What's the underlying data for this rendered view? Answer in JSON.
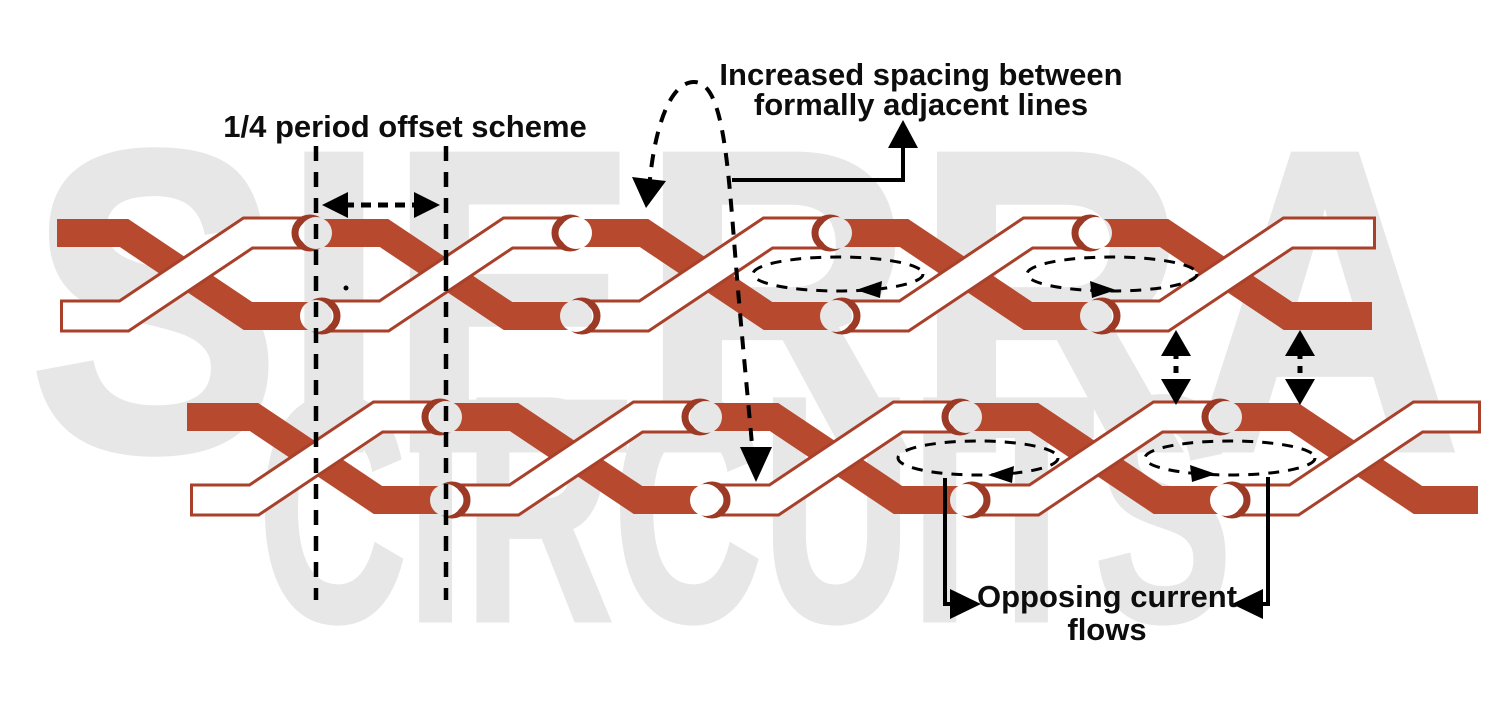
{
  "watermark": {
    "line1": "SIERRA",
    "line2": "CIRCUITS"
  },
  "labels": {
    "offset_scheme": "1/4 period offset scheme",
    "increased_spacing_line1": "Increased spacing between",
    "increased_spacing_line2": "formally adjacent lines",
    "opposing_current_line1": "Opposing current",
    "opposing_current_line2": "flows"
  },
  "colors": {
    "trace_red": "#b7492f",
    "trace_outline_red": "#a8402a",
    "via_ring_red": "#9c3a26",
    "watermark_gray": "#e7e7e7",
    "annotation_black": "#0d0d0d",
    "background": "#ffffff"
  },
  "figure": {
    "type": "pcb-twisted-differential-pair-diagram",
    "rows": 2,
    "crossovers_per_row": 5,
    "vias_per_row": 8,
    "current_loops": 4
  }
}
